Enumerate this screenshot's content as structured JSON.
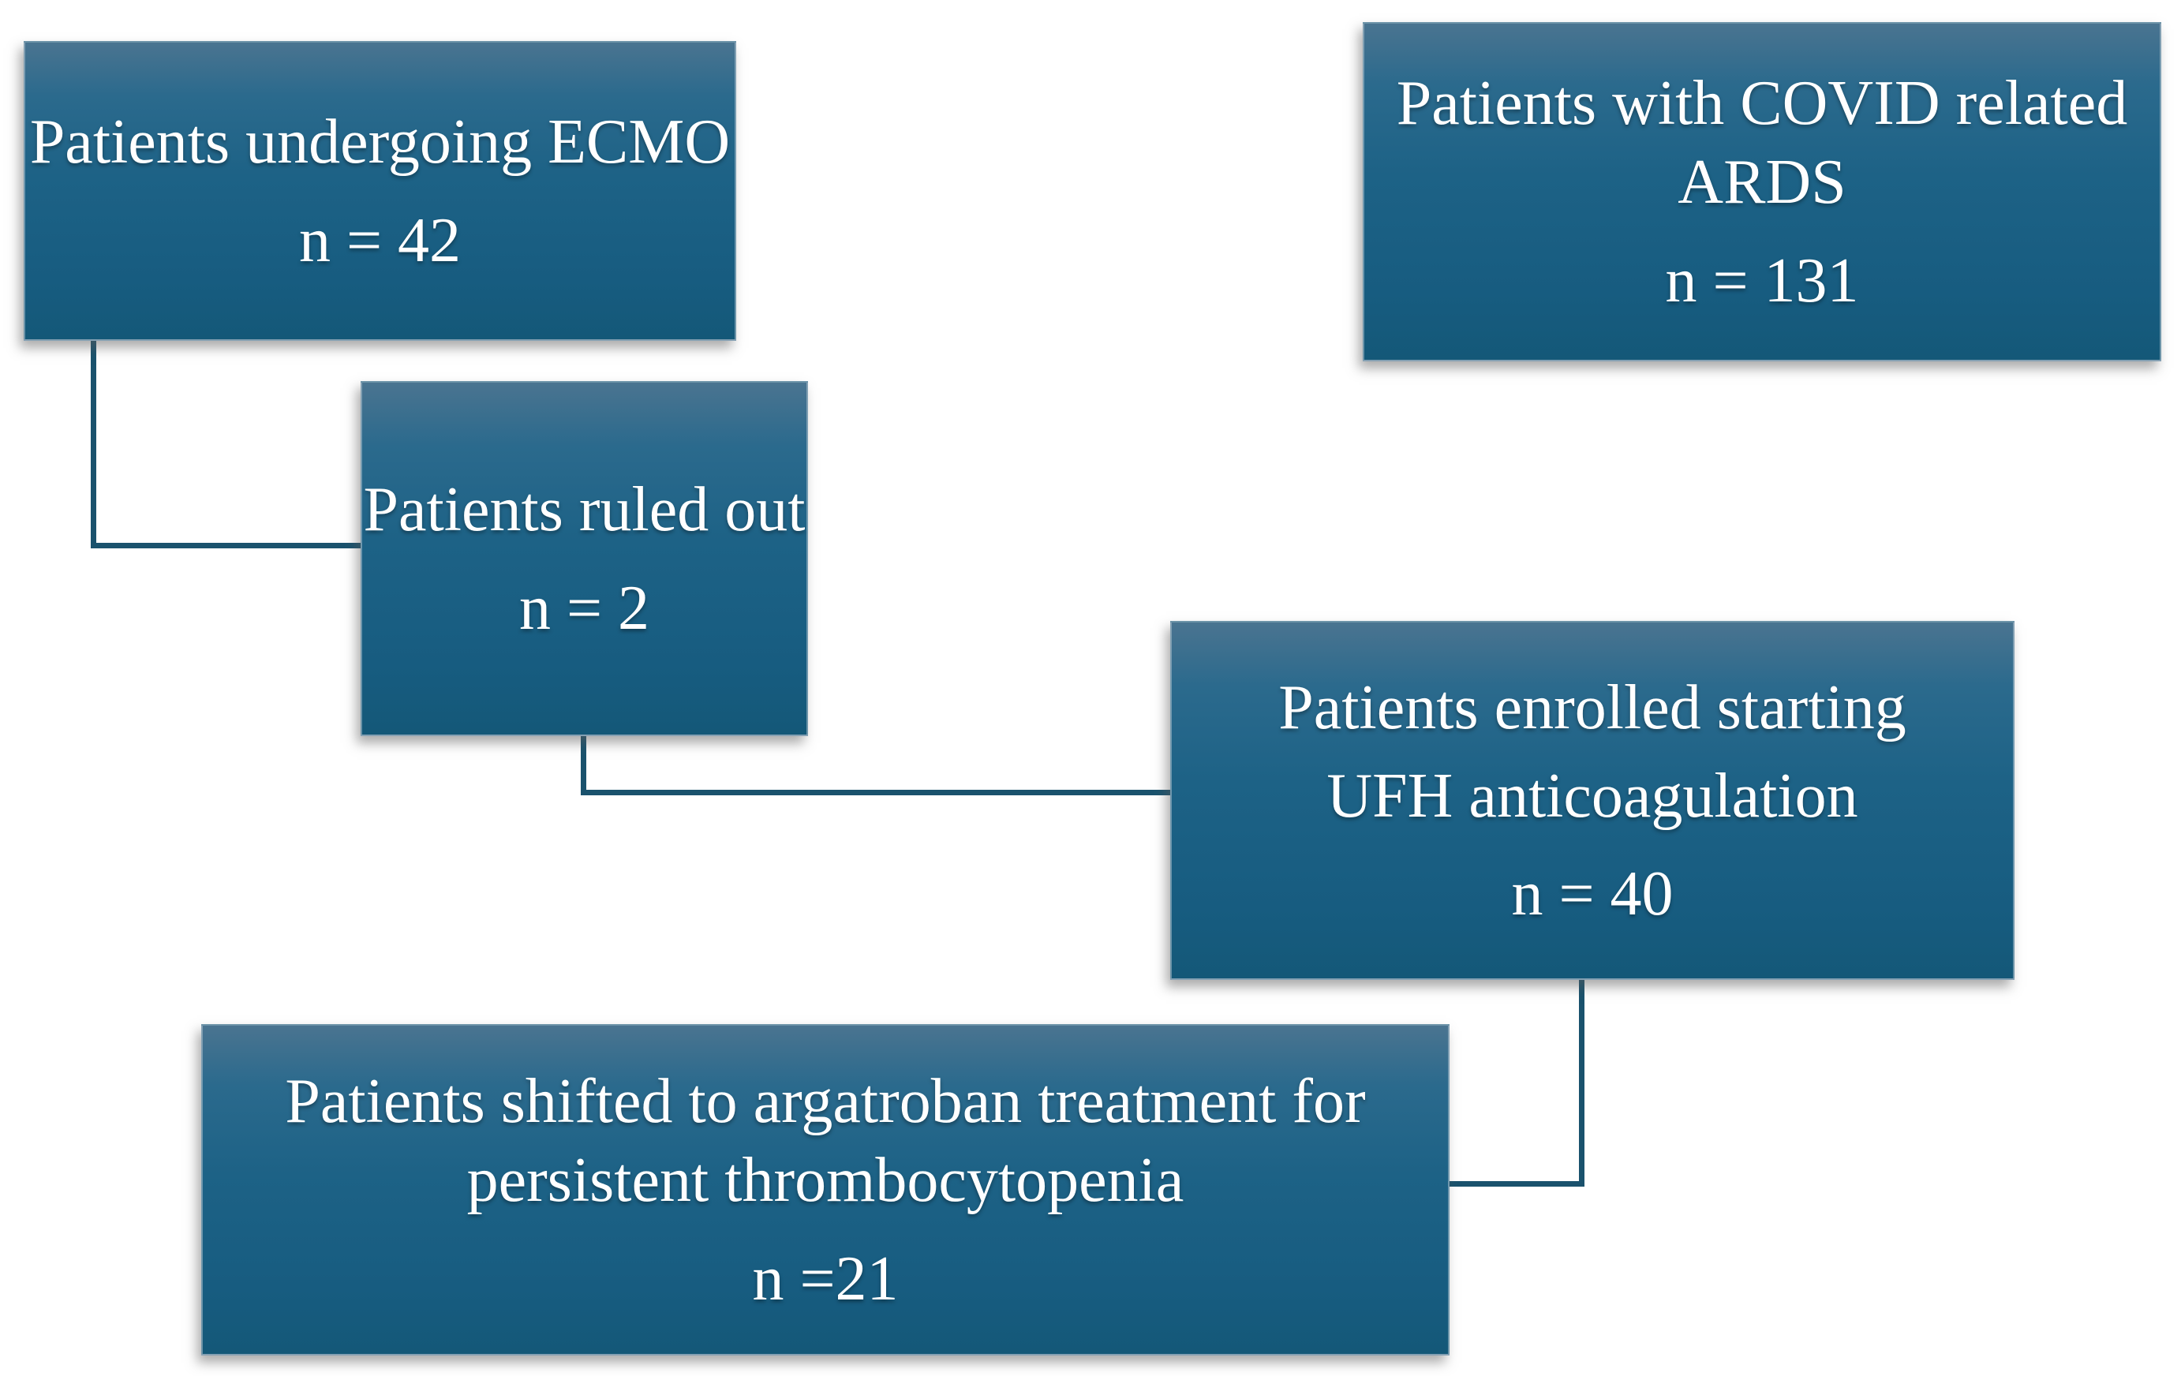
{
  "colors": {
    "background": "#ffffff",
    "box_top": "#4a7490",
    "box_upper": "#2b6a8d",
    "box_mid": "#1d6286",
    "box_lower": "#175c80",
    "box_bottom": "#145878",
    "connector": "#1a526d",
    "text": "#ffffff"
  },
  "boxes": [
    {
      "id": "ecmo",
      "lines": [
        "Patients undergoing ECMO"
      ],
      "count": "n = 42"
    },
    {
      "id": "ards",
      "lines": [
        "Patients with COVID related",
        "ARDS"
      ],
      "count": "n = 131"
    },
    {
      "id": "ruled-out",
      "lines": [
        "Patients ruled out"
      ],
      "count": "n = 2"
    },
    {
      "id": "enrolled",
      "lines": [
        "Patients enrolled starting",
        "UFH anticoagulation"
      ],
      "count": "n = 40"
    },
    {
      "id": "argatroban",
      "lines": [
        "Patients shifted to argatroban treatment for",
        "persistent thrombocytopenia"
      ],
      "count": "n =21"
    }
  ]
}
